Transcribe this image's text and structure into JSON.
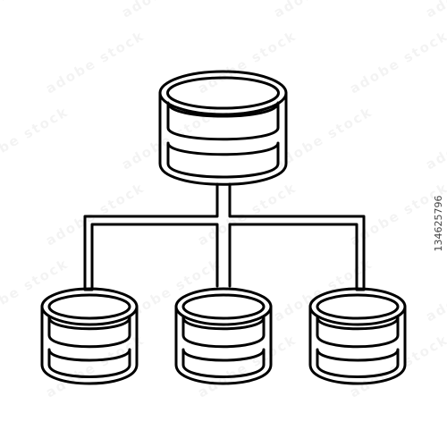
{
  "illustration": {
    "subject": "database-network-icon",
    "stroke_color": "#000000",
    "background_color": "#ffffff",
    "database_count": 4
  },
  "watermark": {
    "brand_mark": "adobe stock",
    "image_id": "134625796"
  }
}
